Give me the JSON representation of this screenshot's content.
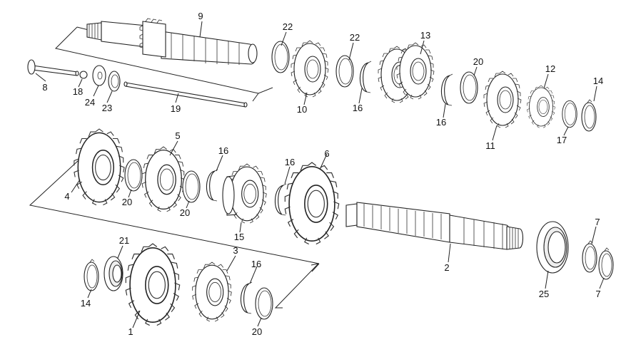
{
  "labels": {
    "p1": "1",
    "p2": "2",
    "p3": "3",
    "p4": "4",
    "p5": "5",
    "p6": "6",
    "p7a": "7",
    "p7b": "7",
    "p8": "8",
    "p9": "9",
    "p10": "10",
    "p11": "11",
    "p12": "12",
    "p13": "13",
    "p14a": "14",
    "p14b": "14",
    "p15": "15",
    "p16a": "16",
    "p16b": "16",
    "p16c": "16",
    "p16d": "16",
    "p16e": "16",
    "p17": "17",
    "p18": "18",
    "p19": "19",
    "p20a": "20",
    "p20b": "20",
    "p20c": "20",
    "p20d": "20",
    "p21": "21",
    "p22a": "22",
    "p22b": "22",
    "p23": "23",
    "p24": "24",
    "p25": "25"
  }
}
